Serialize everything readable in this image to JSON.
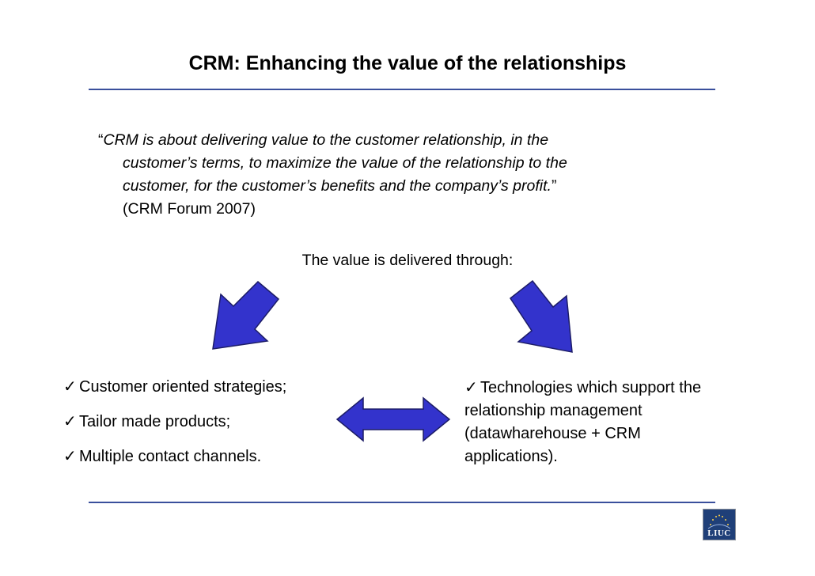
{
  "slide": {
    "title": "CRM: Enhancing the value of the relationships",
    "quote": {
      "open": "“",
      "line1": "CRM is about delivering value to the customer relationship, in the",
      "line2": "customer’s terms, to maximize the value of the relationship to the",
      "line3": "customer, for the customer’s benefits  and the company’s profit.",
      "close": "”",
      "source": "(CRM Forum 2007)"
    },
    "delivered_text": "The value is delivered through:",
    "check_mark": "✓",
    "left_items": [
      "Customer oriented strategies;",
      "Tailor made products;",
      "Multiple contact channels."
    ],
    "right_block": {
      "line1": "Technologies which support the",
      "line2": "relationship management",
      "line3": "(datawharehouse + CRM",
      "line4": "applications)."
    },
    "logo_text": "LIUC"
  },
  "colors": {
    "rule": "#3a4f9c",
    "arrow_fill": "#3333cc",
    "arrow_stroke": "#1c1c66",
    "logo_bg": "#1f3f78"
  }
}
